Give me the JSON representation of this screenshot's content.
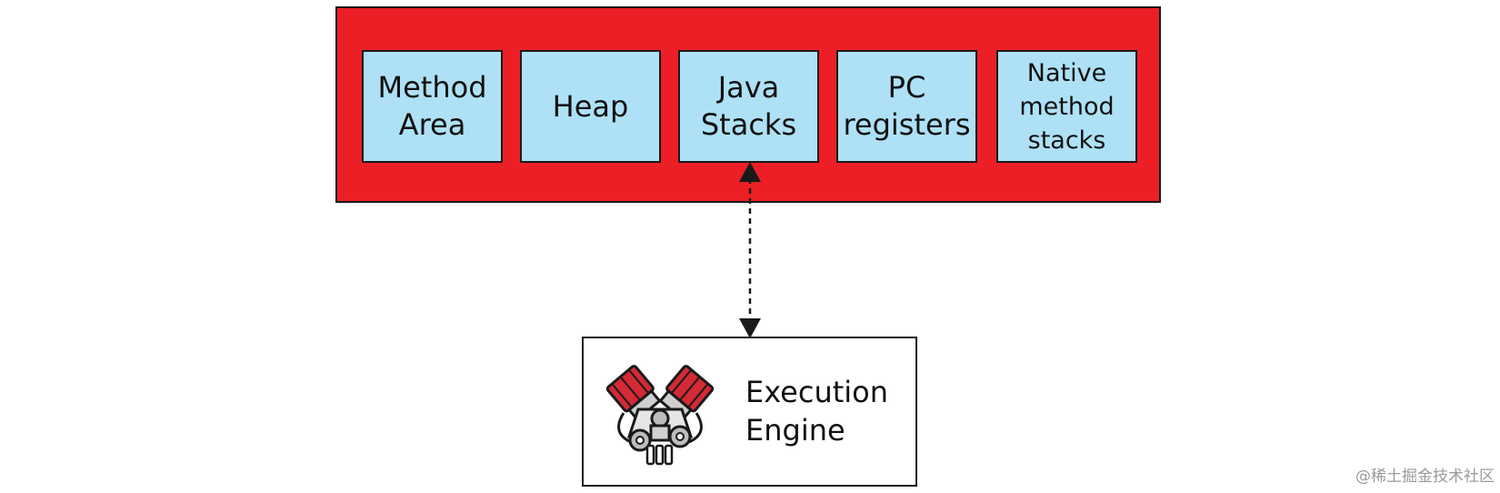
{
  "memory_areas": [
    {
      "label": "Method\nArea"
    },
    {
      "label": "Heap"
    },
    {
      "label": "Java\nStacks"
    },
    {
      "label": "PC\nregisters"
    },
    {
      "label": "Native\nmethod\nstacks"
    }
  ],
  "execution_engine": {
    "label": "Execution\nEngine",
    "icon": "engine-icon"
  },
  "connector": {
    "style": "dashed",
    "arrows": "both"
  },
  "watermark": "@稀土掘金技术社区",
  "colors": {
    "runtime_area_fill": "#ec1f27",
    "memory_box_fill": "#aee1f5",
    "border": "#1a1a1a",
    "engine_accent": "#d42a35"
  }
}
